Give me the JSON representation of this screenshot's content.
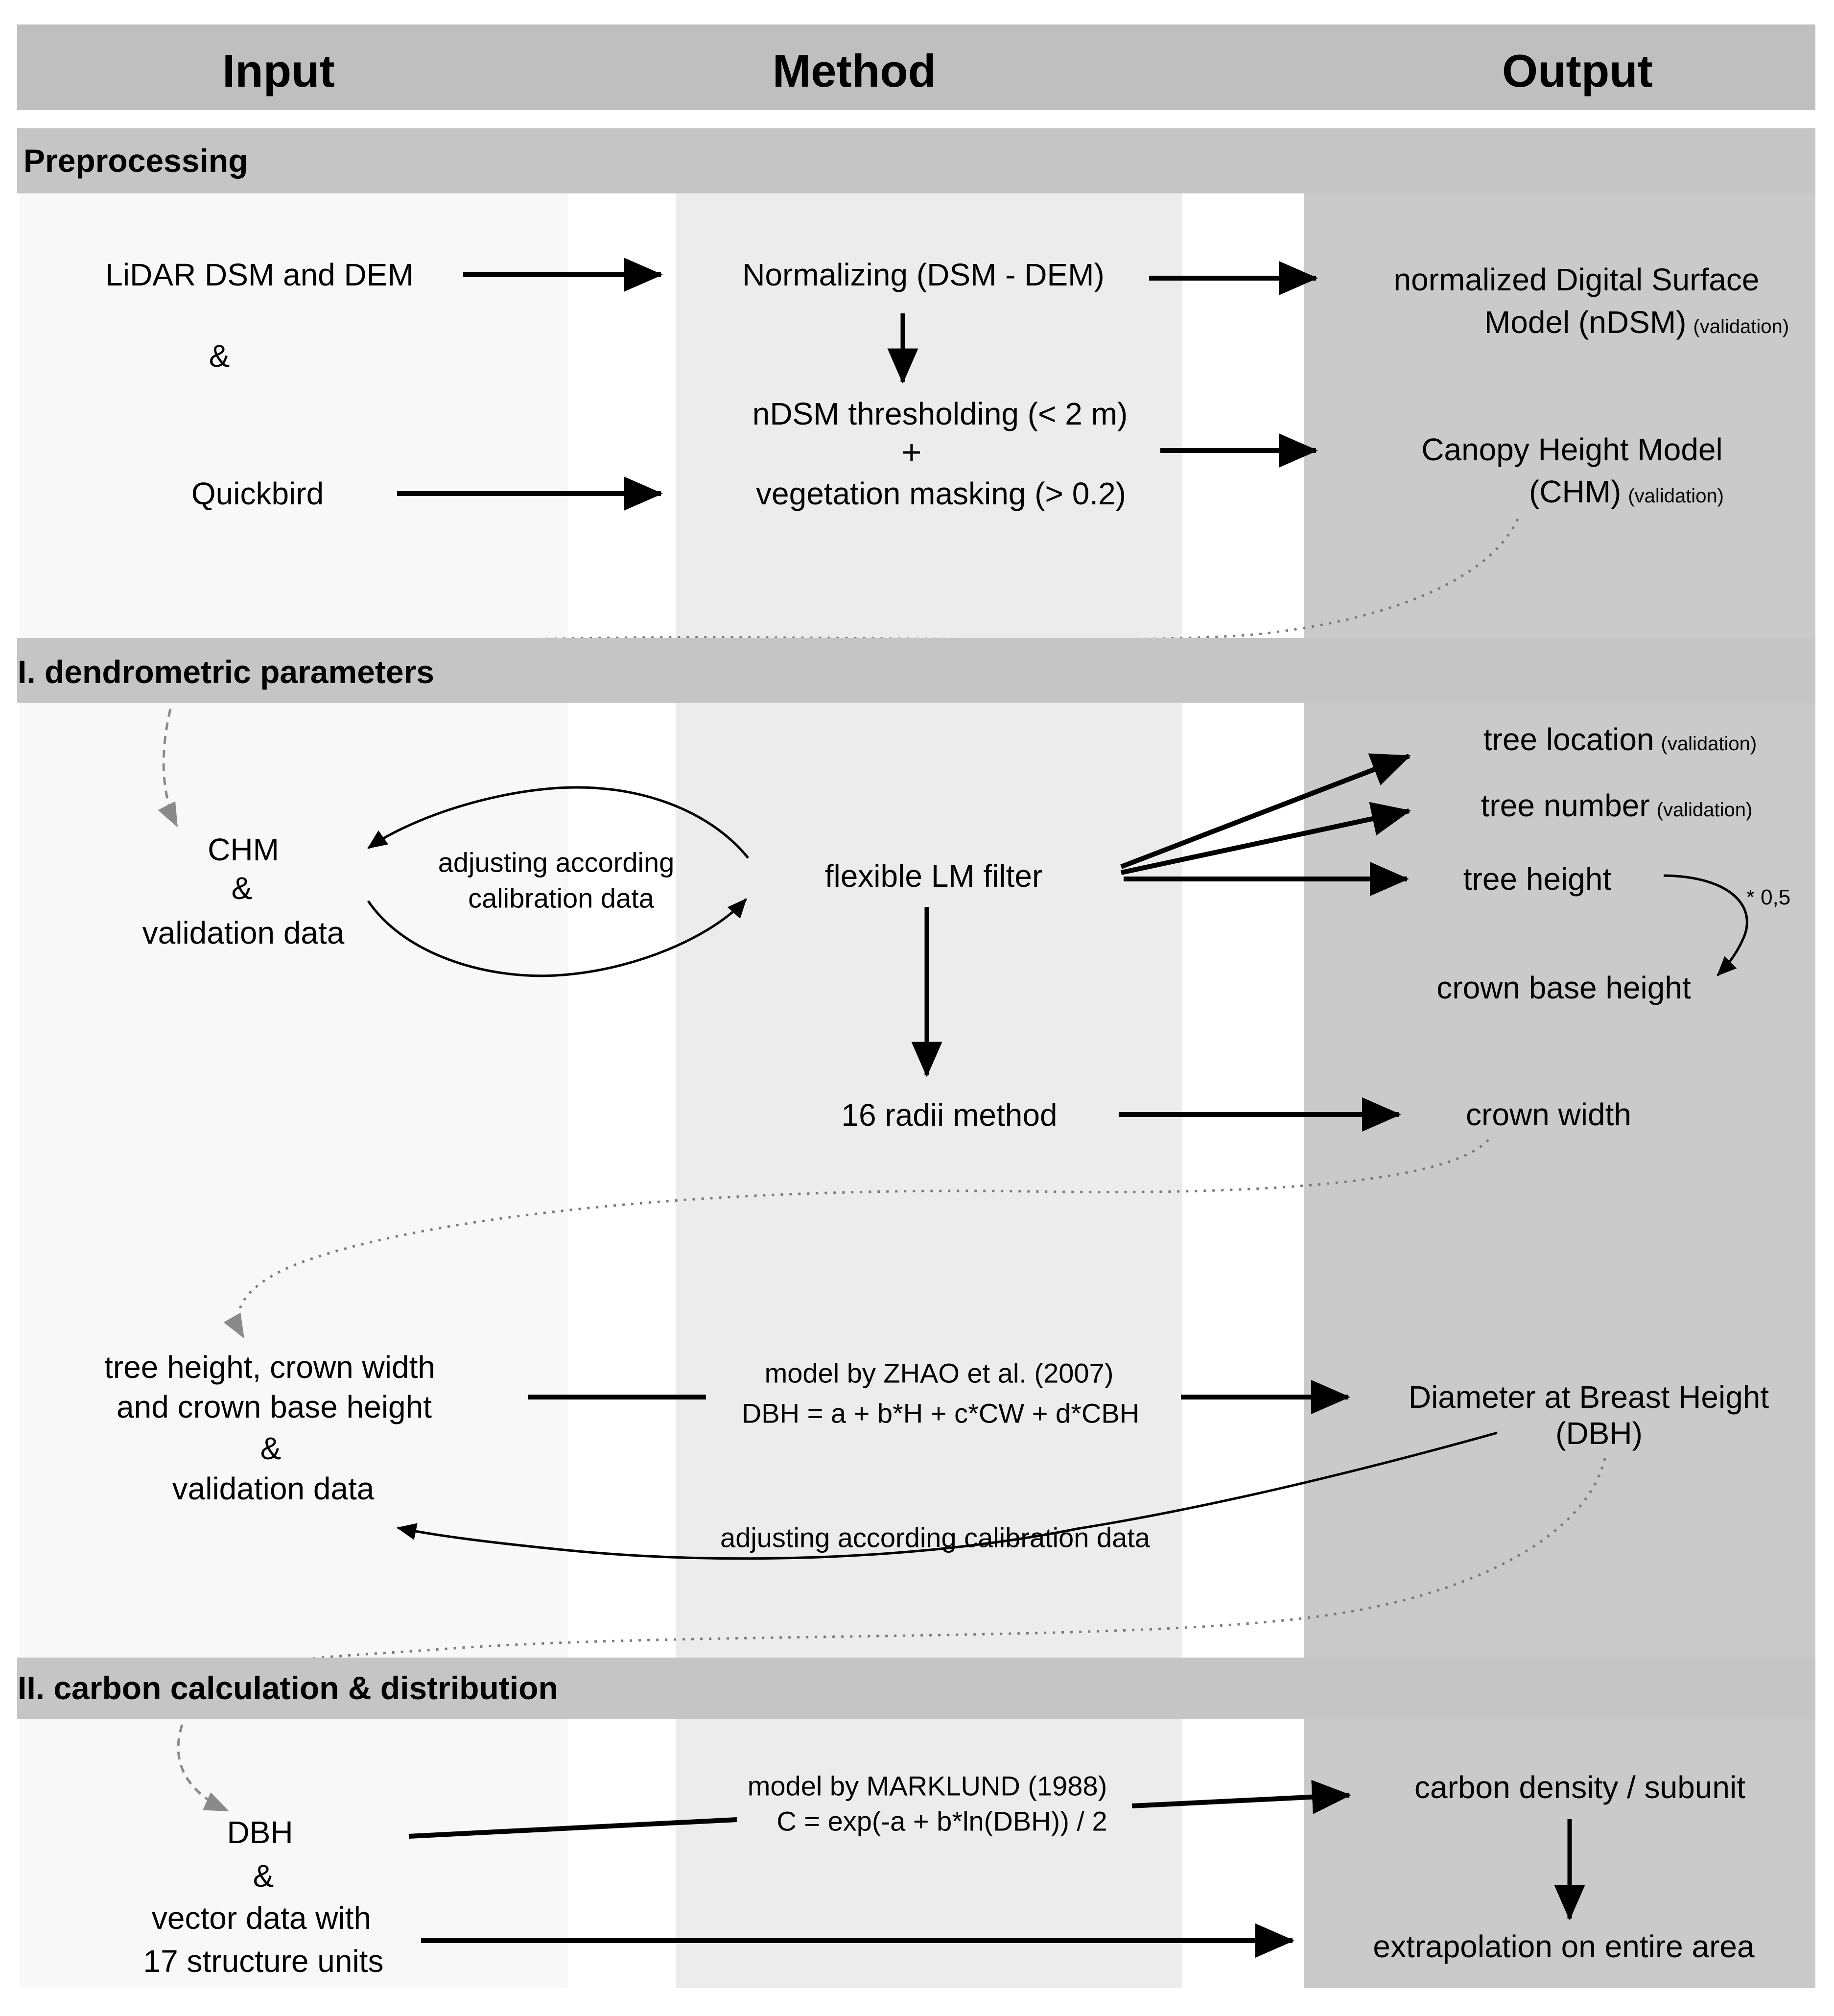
{
  "palette": {
    "header_bar": "#bfbfbf",
    "section_bar": "#c5c5c5",
    "input_band": "#f8f8f8",
    "method_band": "#ececec",
    "output_band": "#cacaca",
    "arrow_black": "#000000",
    "arrow_gray": "#8a8a8a",
    "dotted_gray": "#7a7a7a"
  },
  "header": {
    "input": "Input",
    "method": "Method",
    "output": "Output"
  },
  "misc": {
    "validation": "(validation)",
    "ampersand": "&",
    "plus": "+",
    "times_half": "* 0,5"
  },
  "preprocessing": {
    "title": "Preprocessing",
    "lidar": "LiDAR DSM and DEM",
    "quickbird": "Quickbird",
    "normalizing": "Normalizing (DSM - DEM)",
    "thresholding": "nDSM thresholding (< 2 m)",
    "masking": "vegetation masking (> 0.2)",
    "ndsm_line1": "normalized Digital Surface",
    "ndsm_line2": "Model (nDSM)",
    "chm_line1": "Canopy Height Model",
    "chm_line2": "(CHM)"
  },
  "dendrometric": {
    "title": "I. dendrometric parameters",
    "chm": "CHM",
    "validation_data": "validation data",
    "loop_line1": "adjusting according",
    "loop_line2": "calibration data",
    "lm_filter": "flexible LM filter",
    "tree_location": "tree location",
    "tree_number": "tree number",
    "tree_height": "tree height",
    "crown_base_height": "crown base height",
    "radii_method": "16 radii method",
    "crown_width": "crown width",
    "block_line1": "tree height, crown width",
    "block_line2": "and crown base height",
    "block_line3": "validation data",
    "zhao_line1": "model by ZHAO et al. (2007)",
    "zhao_line2": "DBH = a + b*H + c*CW + d*CBH",
    "dbh_line1": "Diameter at Breast Height",
    "dbh_line2": "(DBH)",
    "adjust_return": "adjusting according calibration data"
  },
  "carbon": {
    "title": "II. carbon calculation & distribution",
    "dbh": "DBH",
    "vector_line1": "vector data with",
    "vector_line2": "17 structure units",
    "marklund_line1": "model by MARKLUND (1988)",
    "marklund_line2": "C = exp(-a + b*ln(DBH)) / 2",
    "carbon_density": "carbon density / subunit",
    "extrapolation": "extrapolation on entire area"
  }
}
